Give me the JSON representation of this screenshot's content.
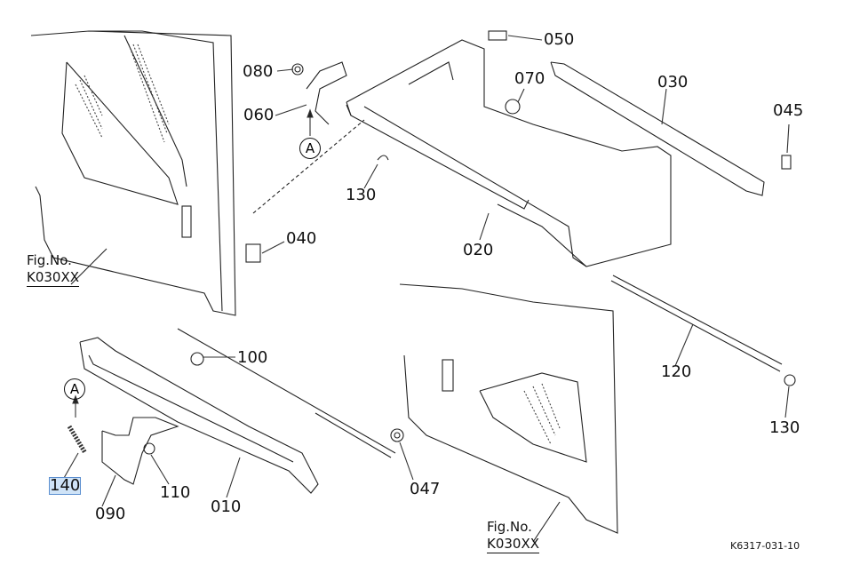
{
  "labels": [
    "050",
    "080",
    "070",
    "030",
    "045",
    "060",
    "130",
    "040",
    "020",
    "100",
    "120",
    "130",
    "140",
    "110",
    "010",
    "047",
    "090"
  ],
  "callouts": [
    "A",
    "A"
  ],
  "fig_refs": [
    {
      "line1": "Fig.No.",
      "line2": "K030XX"
    },
    {
      "line1": "Fig.No.",
      "line2": "K030XX"
    }
  ],
  "drawing_code": "K6317-031-10",
  "highlight_color": "#cfe3f7"
}
